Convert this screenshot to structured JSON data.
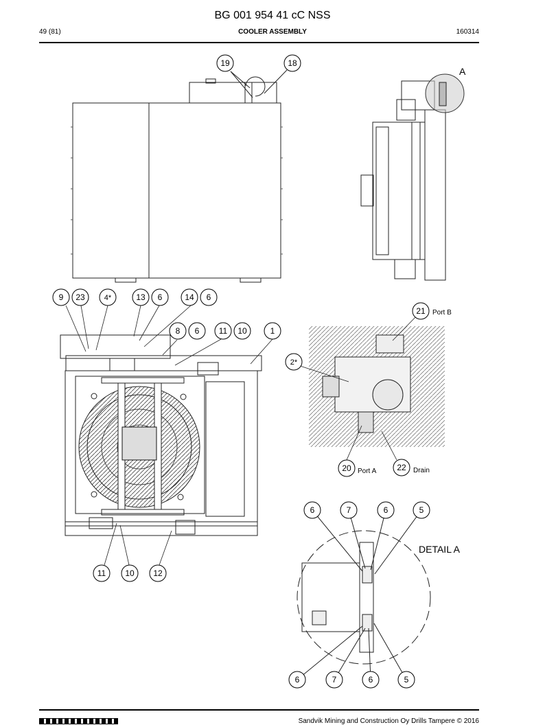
{
  "header": {
    "doc_number": "BG 001 954 41 cC NSS",
    "page": "49 (81)",
    "title": "COOLER ASSEMBLY",
    "date": "160314"
  },
  "footer": {
    "copyright": "Sandvik Mining and Construction Oy Drills Tampere © 2016"
  },
  "views": {
    "side_view_label": "A",
    "detail_label": "DETAIL A"
  },
  "port_labels": {
    "port_b": "Port B",
    "port_a": "Port A",
    "drain": "Drain"
  },
  "callouts": {
    "top_view": [
      "19",
      "18"
    ],
    "front_view_top": [
      "9",
      "23",
      "4*",
      "13",
      "6",
      "14",
      "6",
      "8",
      "6",
      "11",
      "10",
      "1"
    ],
    "front_view_bottom": [
      "11",
      "10",
      "12"
    ],
    "motor_detail": [
      "21",
      "2*",
      "20",
      "22"
    ],
    "detail_a_top": [
      "6",
      "7",
      "6",
      "5"
    ],
    "detail_a_bottom": [
      "6",
      "7",
      "6",
      "5"
    ]
  }
}
